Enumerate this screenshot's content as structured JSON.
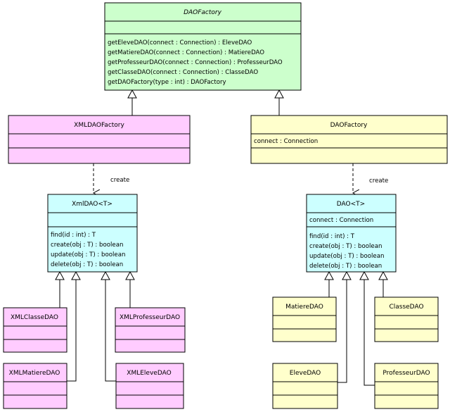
{
  "colors": {
    "green": "#ccffcc",
    "pink": "#ffccff",
    "yellow": "#ffffcc",
    "cyan": "#ccffff",
    "border": "#000000"
  },
  "classes": {
    "dao_factory_abstract": {
      "name": "DAOFactory",
      "methods": [
        "getEleveDAO(connect : Connection) : EleveDAO",
        "getMatiereDAO(connect : Connection) : MatiereDAO",
        "getProfesseurDAO(connect : Connection) : ProfesseurDAO",
        "getClasseDAO(connect : Connection) : ClasseDAO",
        "getDAOFactory(type : int) : DAOFactory"
      ]
    },
    "xml_dao_factory": {
      "name": "XMLDAOFactory"
    },
    "dao_factory": {
      "name": "DAOFactory",
      "attributes": [
        "connect : Connection"
      ]
    },
    "xml_dao": {
      "name": "XmlDAO<T>",
      "methods": [
        "find(id : int) : T",
        "create(obj : T) : boolean",
        "update(obj : T) : boolean",
        "delete(obj : T) : boolean"
      ]
    },
    "dao": {
      "name": "DAO<T>",
      "attributes": [
        "connect : Connection"
      ],
      "methods": [
        "find(id : int) : T",
        "create(obj : T) : boolean",
        "update(obj : T) : boolean",
        "delete(obj : T) : boolean"
      ]
    },
    "xml_classe_dao": {
      "name": "XMLClasseDAO"
    },
    "xml_professeur_dao": {
      "name": "XMLProfesseurDAO"
    },
    "xml_matiere_dao": {
      "name": "XMLMatiereDAO"
    },
    "xml_eleve_dao": {
      "name": "XMLEleveDAO"
    },
    "matiere_dao": {
      "name": "MatiereDAO"
    },
    "classe_dao": {
      "name": "ClasseDAO"
    },
    "eleve_dao": {
      "name": "EleveDAO"
    },
    "professeur_dao": {
      "name": "ProfesseurDAO"
    }
  },
  "relations": {
    "create_left": "create",
    "create_right": "create"
  }
}
